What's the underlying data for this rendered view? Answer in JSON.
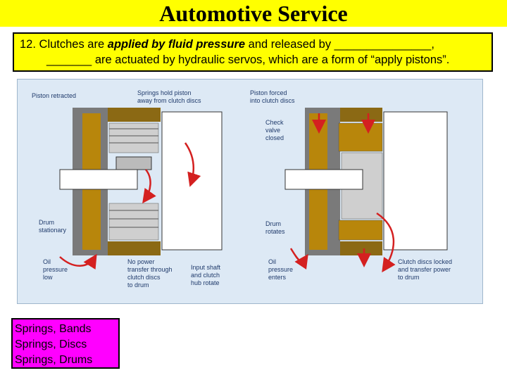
{
  "title": "Automotive Service",
  "question": {
    "number": "12.",
    "pre": "Clutches are",
    "emph": "applied by fluid pressure",
    "mid": "and released by",
    "blank1": "_______________,",
    "blank2": "_______",
    "rest": "are actuated by hydraulic servos, which are a form of “apply pistons”."
  },
  "diagram": {
    "left_labels": {
      "piston": "Piston retracted",
      "springs": [
        "Springs hold piston",
        "away from clutch discs"
      ],
      "drum": [
        "Drum",
        "stationary"
      ],
      "oil": [
        "Oil",
        "pressure",
        "low"
      ],
      "no_power": [
        "No power",
        "transfer through",
        "clutch discs",
        "to drum"
      ],
      "input": [
        "Input shaft",
        "and clutch",
        "hub rotate"
      ]
    },
    "right_labels": {
      "piston": [
        "Piston forced",
        "into clutch discs"
      ],
      "check": [
        "Check",
        "valve",
        "closed"
      ],
      "drum": [
        "Drum",
        "rotates"
      ],
      "oil": [
        "Oil",
        "pressure",
        "enters"
      ],
      "locked": [
        "Clutch discs locked",
        "and transfer power",
        "to drum"
      ]
    },
    "colors": {
      "housing": "#b8860b",
      "section": "#8b6914",
      "arrow": "#d42020",
      "bg": "#dde9f5"
    }
  },
  "answers": [
    "Springs, Bands",
    "Springs, Discs",
    "Springs, Drums"
  ],
  "colors": {
    "title_bg": "#ffff00",
    "question_bg": "#ffff00",
    "answer_bg": "#ff00ff"
  }
}
